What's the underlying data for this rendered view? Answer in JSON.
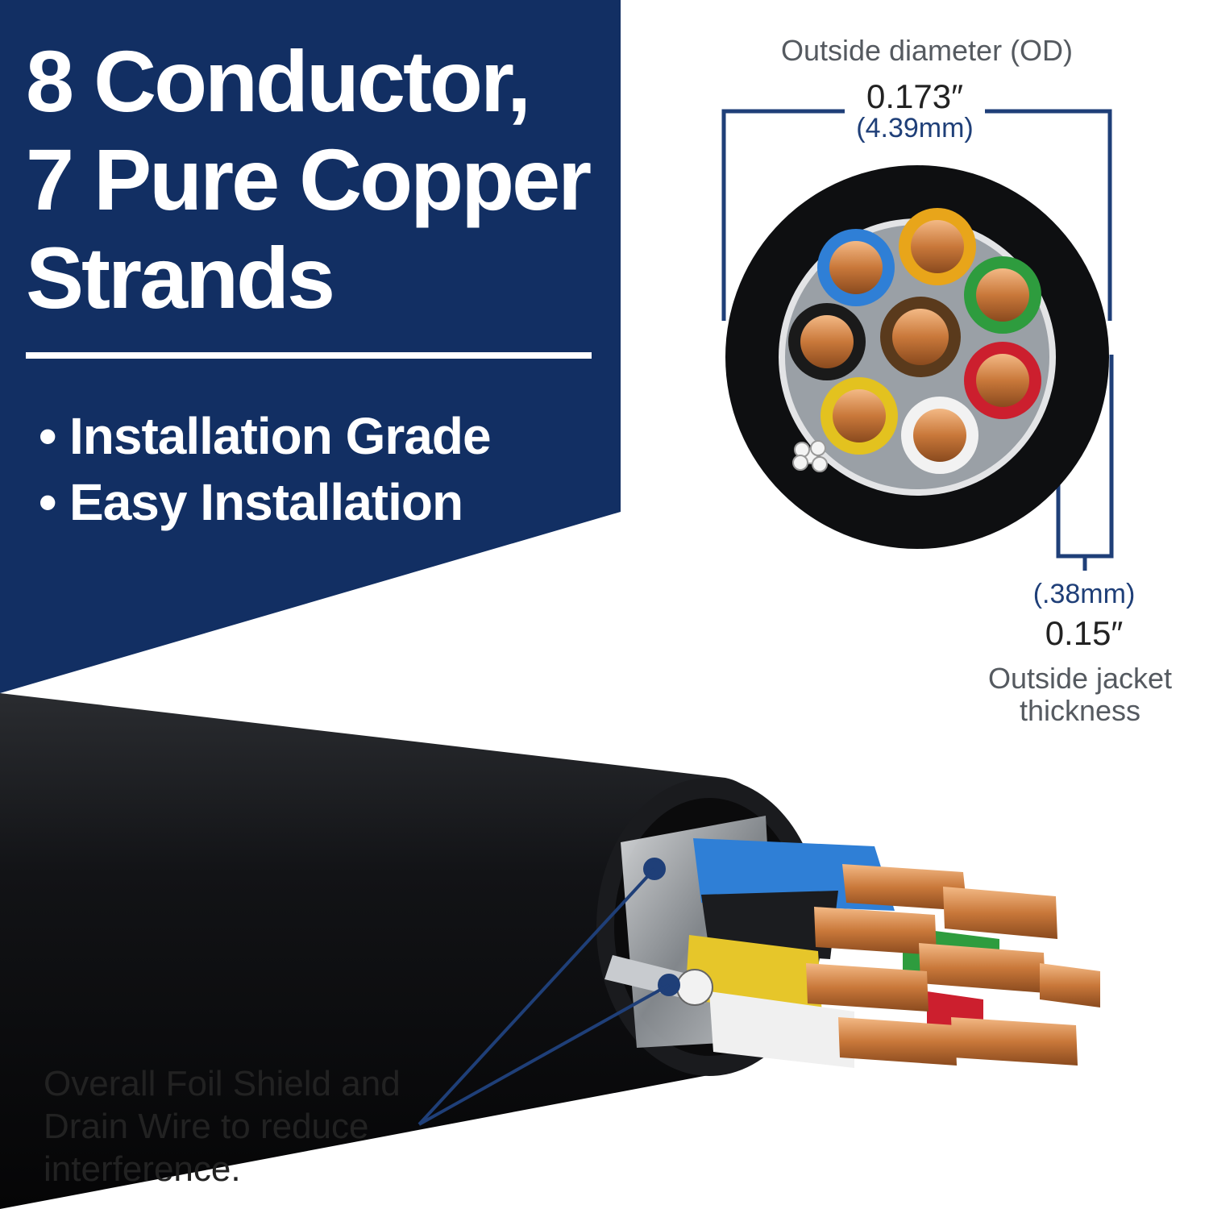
{
  "banner": {
    "headline_lines": [
      "8 Conductor,",
      "7 Pure Copper",
      "Strands"
    ],
    "bullets": [
      "Installation Grade",
      "Easy Installation"
    ]
  },
  "outside_diameter": {
    "title": "Outside diameter (OD)",
    "inch": "0.173″",
    "mm": "(4.39mm)"
  },
  "jacket": {
    "mm": "(.38mm)",
    "inch": "0.15″",
    "title": "Outside jacket thickness"
  },
  "foil_note": "Overall Foil Shield and Drain Wire to reduce interference.",
  "colors": {
    "navy": "#122f63",
    "label_blue": "#1f3f78",
    "copper": "#d08a4a",
    "jacket": "#0e0f11",
    "conductors": [
      "#2f7fd6",
      "#e8a51a",
      "#2e9c3e",
      "#cc1f2e",
      "#f2f2f2",
      "#e3c21f",
      "#1a1a1a",
      "#5a3a1c"
    ]
  },
  "icons": [
    "cable-cross-section-icon",
    "cable-end-icon",
    "drain-wire-icon",
    "dimension-bracket-icon"
  ]
}
